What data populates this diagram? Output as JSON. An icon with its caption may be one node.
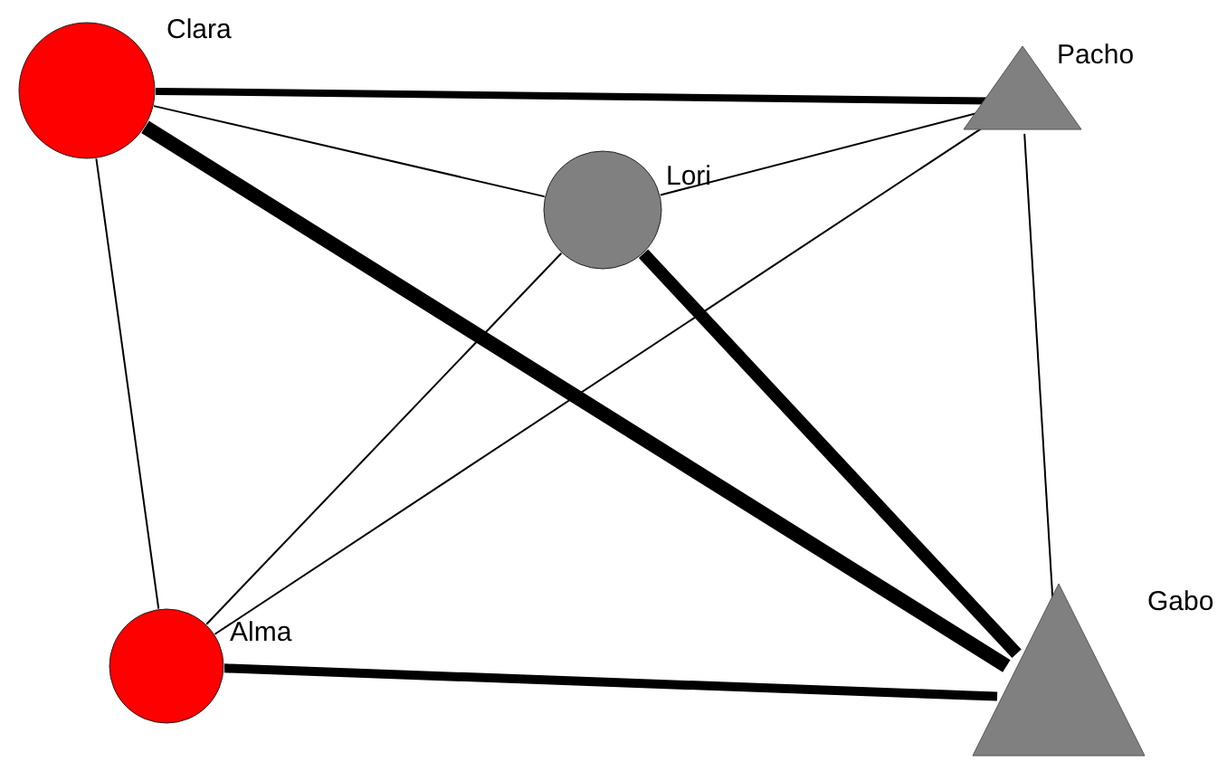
{
  "diagram": {
    "nodes": [
      {
        "text": [],
        "shape": "circle",
        "beside": [
          "Clara"
        ]
      },
      {
        "text": [],
        "shape": "triangle",
        "beside": [
          "Pacho"
        ]
      },
      {
        "text": [],
        "shape": "circle",
        "beside": [
          "Lori"
        ]
      },
      {
        "text": [],
        "shape": "circle",
        "beside": [
          "Alma"
        ]
      },
      {
        "text": [],
        "shape": "triangle",
        "beside": [
          "Gabo"
        ]
      }
    ],
    "edges": [
      {
        "from": 0,
        "to": 1,
        "arrow": "none",
        "style": "thick"
      },
      {
        "from": 0,
        "to": 2,
        "arrow": "none"
      },
      {
        "from": 0,
        "to": 4,
        "arrow": "none",
        "style": "thick"
      },
      {
        "from": 0,
        "to": 3,
        "arrow": "none"
      },
      {
        "from": 2,
        "to": 1,
        "arrow": "none"
      },
      {
        "from": 2,
        "to": 3,
        "arrow": "none"
      },
      {
        "from": 2,
        "to": 4,
        "arrow": "none",
        "style": "thick"
      },
      {
        "from": 1,
        "to": 3,
        "arrow": "none"
      },
      {
        "from": 1,
        "to": 4,
        "arrow": "none"
      },
      {
        "from": 3,
        "to": 4,
        "arrow": "none",
        "style": "thick"
      }
    ]
  }
}
